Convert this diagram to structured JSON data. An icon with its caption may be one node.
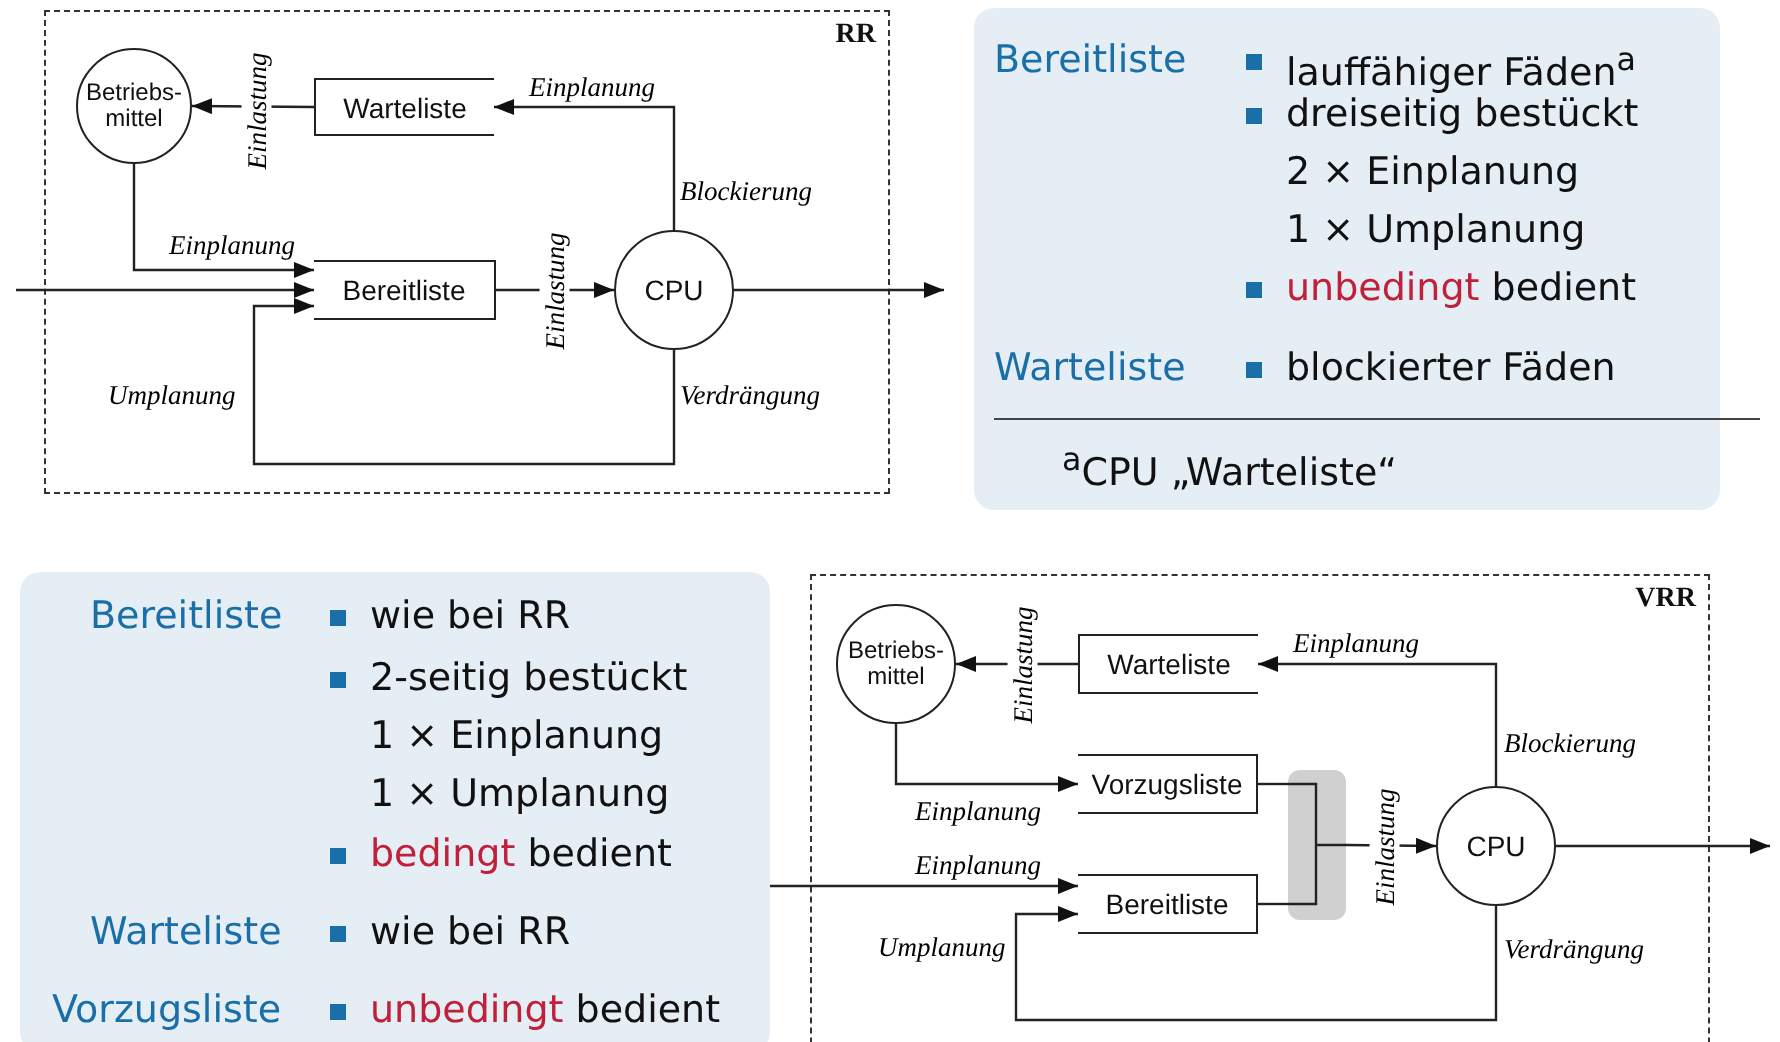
{
  "diagram": {
    "nodes": [
      {
        "text": [
          "RR"
        ]
      },
      {
        "text": [
          "Betriebs- mittel"
        ],
        "in": 0
      },
      {
        "text": [
          "Warteliste"
        ],
        "in": 0
      },
      {
        "text": [
          "Bereitliste"
        ],
        "in": 0
      },
      {
        "text": [
          "CPU"
        ],
        "in": 0
      },
      {
        "text": [
          "VRR"
        ]
      },
      {
        "text": [
          "Betriebs- mittel"
        ],
        "in": 5
      },
      {
        "text": [
          "Warteliste"
        ],
        "in": 5
      },
      {
        "text": [
          "Vorzugsliste"
        ],
        "in": 5
      },
      {
        "text": [
          "Bereitliste"
        ],
        "in": 5
      },
      {
        "text": [
          "CPU"
        ],
        "in": 5
      },
      {
        "text": [],
        "shape": "bar",
        "in": 5
      }
    ],
    "edges": [
      {
        "from": 4,
        "to": 2,
        "arrow": "to",
        "label": "Einplanung"
      },
      {
        "from": 2,
        "to": 1,
        "arrow": "to",
        "label": "Einlastung"
      },
      {
        "from": 1,
        "to": 3,
        "arrow": "to",
        "label": "Einplanung"
      },
      {
        "from": null,
        "to": 3,
        "arrow": "to"
      },
      {
        "from": 3,
        "to": 4,
        "arrow": "to",
        "label": "Einlastung"
      },
      {
        "from": 4,
        "to": 3,
        "arrow": "to",
        "label": "Umplanung"
      },
      {
        "from": 4,
        "to": null,
        "arrow": "to"
      },
      {
        "from": 10,
        "to": 7,
        "arrow": "to",
        "label": "Einplanung"
      },
      {
        "from": 7,
        "to": 6,
        "arrow": "to",
        "label": "Einlastung"
      },
      {
        "from": 6,
        "to": 8,
        "arrow": "to",
        "label": "Einplanung"
      },
      {
        "from": null,
        "to": 9,
        "arrow": "to",
        "label": "Einplanung"
      },
      {
        "from": 10,
        "to": 9,
        "arrow": "to",
        "label": "Umplanung"
      },
      {
        "from": 8,
        "to": 11,
        "arrow": "none"
      },
      {
        "from": 9,
        "to": 11,
        "arrow": "none"
      },
      {
        "from": 11,
        "to": 10,
        "arrow": "to",
        "label": "Einlastung"
      },
      {
        "from": 10,
        "to": null,
        "arrow": "to"
      }
    ],
    "labels": [
      "Blockierung",
      "Verdrängung",
      "Bereitliste",
      "lauffähiger Fäden$^{a}$",
      "dreiseitig bestückt",
      "2 × Einplanung",
      "1 × Umplanung",
      "unbedingt bedient",
      "Warteliste",
      "blockierter Fäden",
      "$^{a}$CPU „Warteliste“",
      "Bereitliste",
      "wie bei RR",
      "2-seitig bestückt",
      "1 × Einplanung",
      "1 × Umplanung",
      "bedingt bedient",
      "Warteliste",
      "wie bei RR",
      "Vorzugsliste",
      "unbedingt bedient",
      "Blockierung",
      "Verdrängung"
    ]
  }
}
